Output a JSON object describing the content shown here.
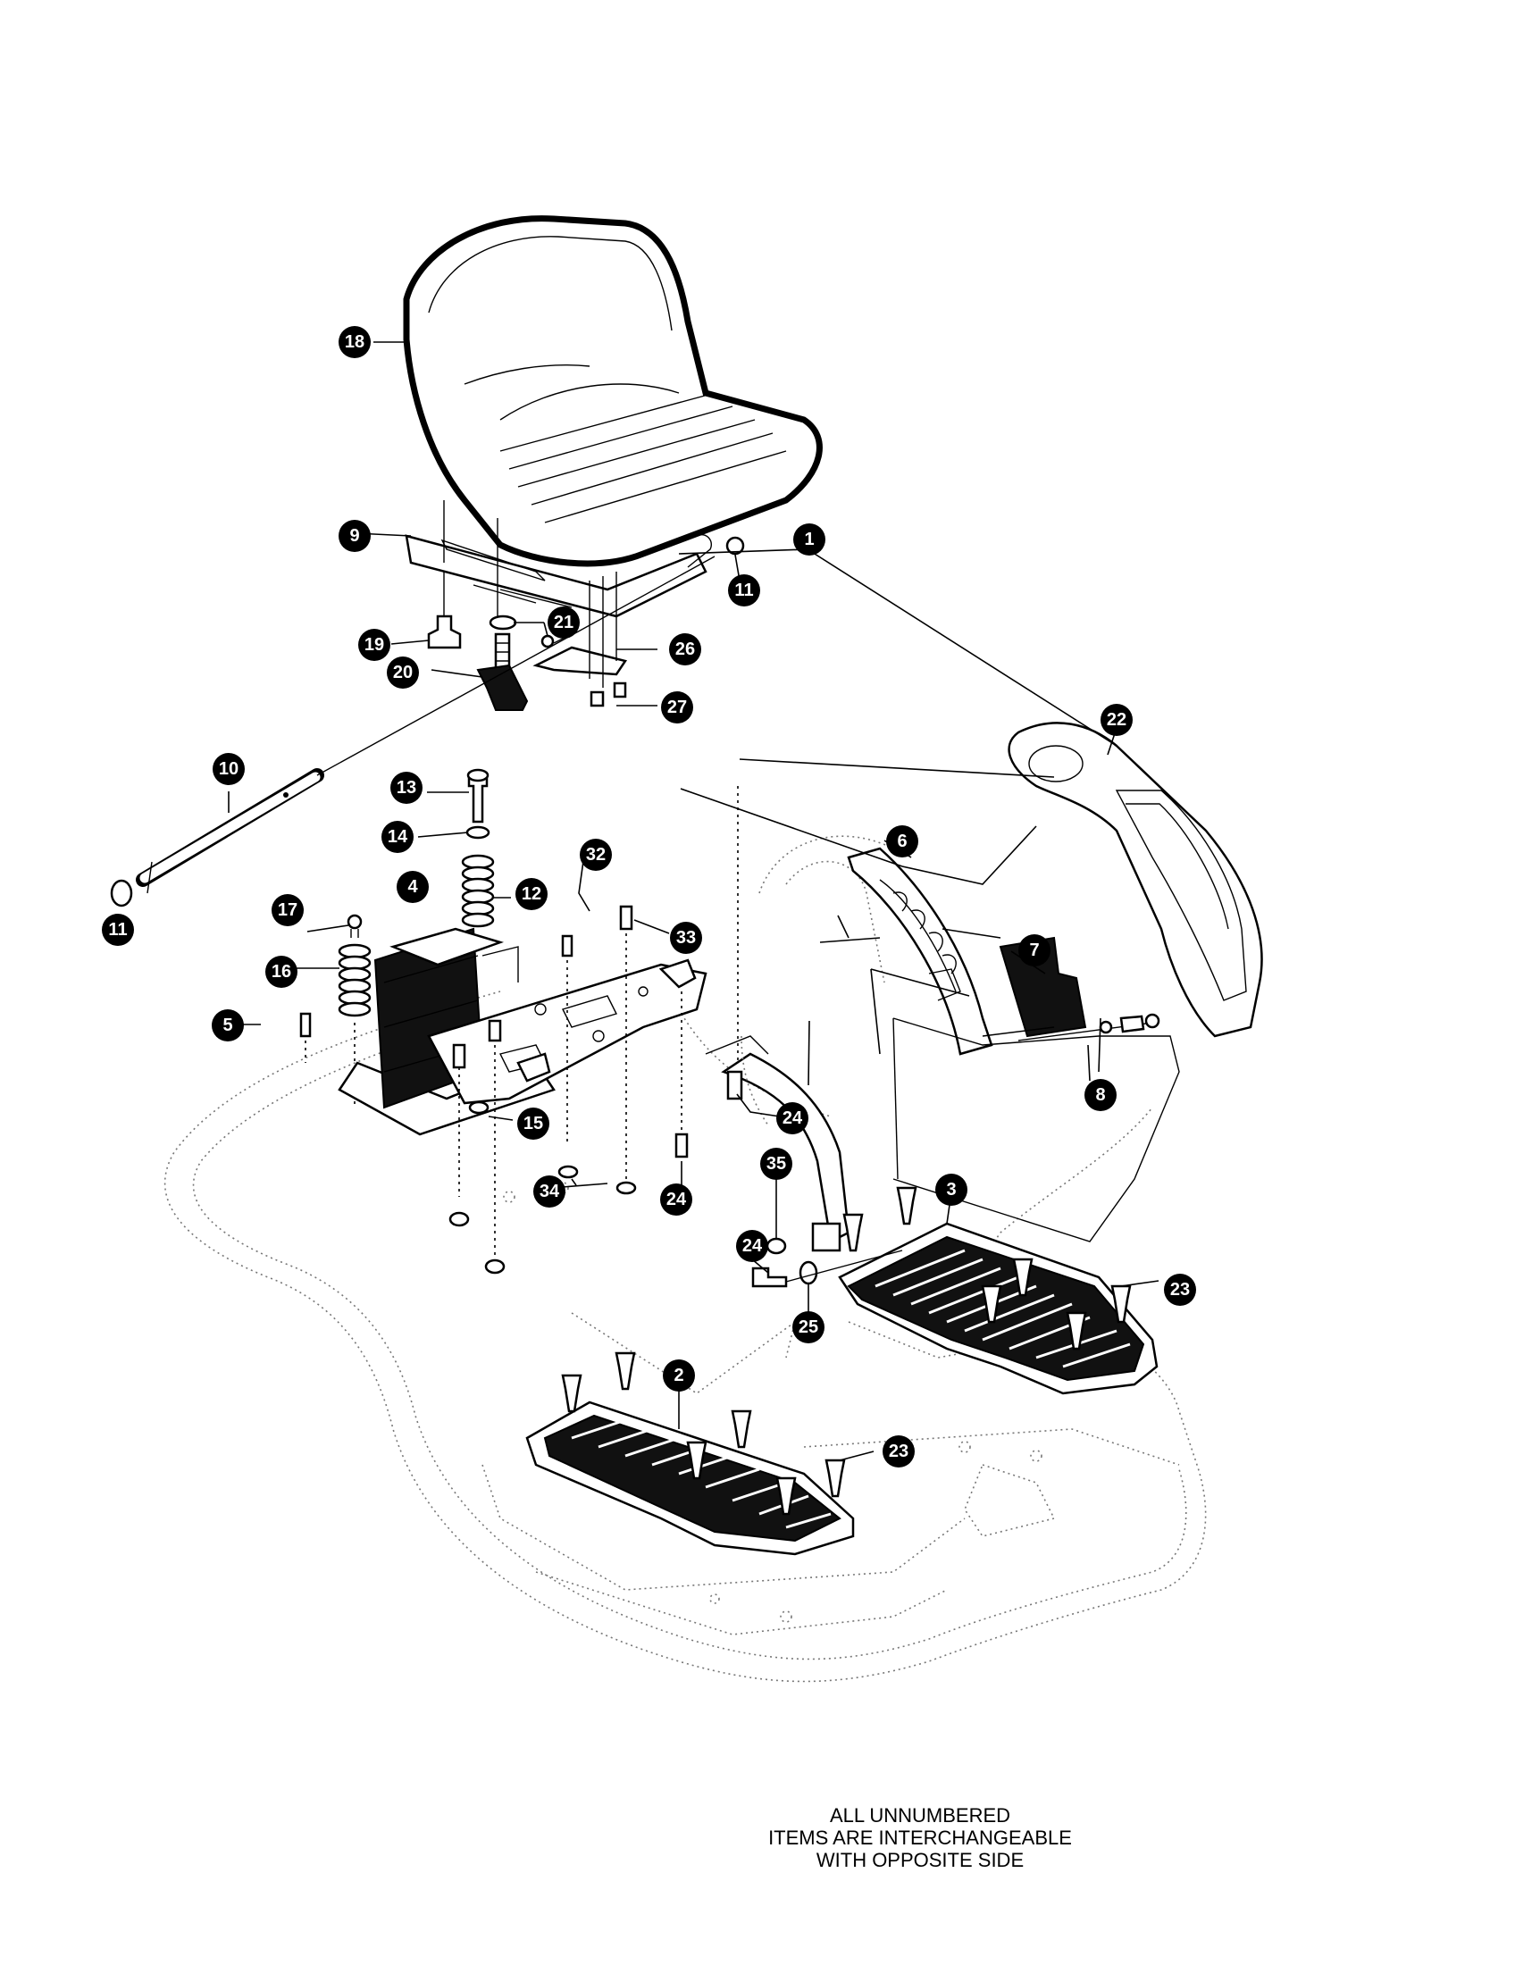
{
  "callouts": [
    {
      "id": "c1",
      "label": "1"
    },
    {
      "id": "c2",
      "label": "2"
    },
    {
      "id": "c3",
      "label": "3"
    },
    {
      "id": "c4",
      "label": "4"
    },
    {
      "id": "c5",
      "label": "5"
    },
    {
      "id": "c6",
      "label": "6"
    },
    {
      "id": "c7",
      "label": "7"
    },
    {
      "id": "c8",
      "label": "8"
    },
    {
      "id": "c9",
      "label": "9"
    },
    {
      "id": "c10",
      "label": "10"
    },
    {
      "id": "c11a",
      "label": "11"
    },
    {
      "id": "c11b",
      "label": "11"
    },
    {
      "id": "c12",
      "label": "12"
    },
    {
      "id": "c13",
      "label": "13"
    },
    {
      "id": "c14",
      "label": "14"
    },
    {
      "id": "c15",
      "label": "15"
    },
    {
      "id": "c16",
      "label": "16"
    },
    {
      "id": "c17",
      "label": "17"
    },
    {
      "id": "c18",
      "label": "18"
    },
    {
      "id": "c19",
      "label": "19"
    },
    {
      "id": "c20",
      "label": "20"
    },
    {
      "id": "c21",
      "label": "21"
    },
    {
      "id": "c22",
      "label": "22"
    },
    {
      "id": "c23a",
      "label": "23"
    },
    {
      "id": "c23b",
      "label": "23"
    },
    {
      "id": "c24a",
      "label": "24"
    },
    {
      "id": "c24b",
      "label": "24"
    },
    {
      "id": "c24c",
      "label": "24"
    },
    {
      "id": "c25",
      "label": "25"
    },
    {
      "id": "c26",
      "label": "26"
    },
    {
      "id": "c27",
      "label": "27"
    },
    {
      "id": "c32",
      "label": "32"
    },
    {
      "id": "c33",
      "label": "33"
    },
    {
      "id": "c34",
      "label": "34"
    },
    {
      "id": "c35",
      "label": "35"
    }
  ],
  "note": {
    "line1": "ALL UNNUMBERED",
    "line2": "ITEMS ARE INTERCHANGEABLE",
    "line3": "WITH OPPOSITE SIDE"
  }
}
